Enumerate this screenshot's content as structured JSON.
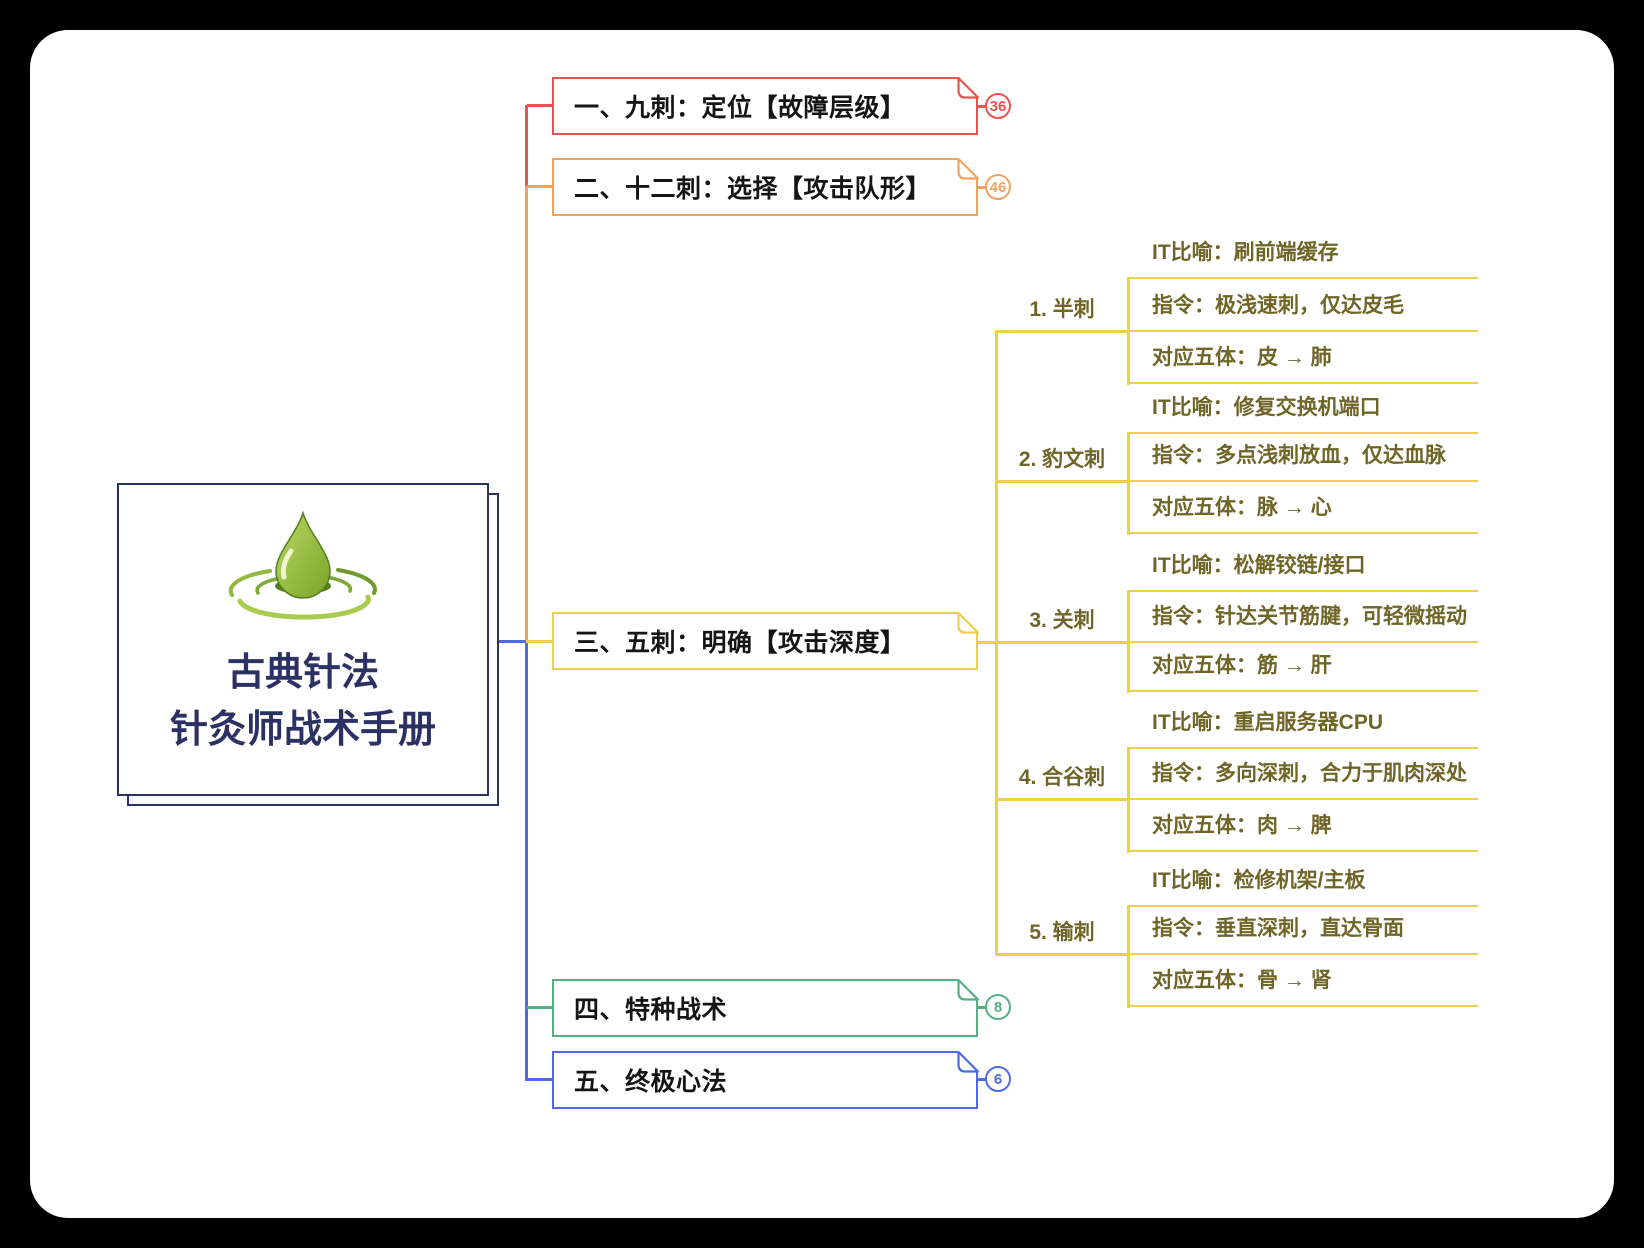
{
  "root": {
    "title": [
      "古典针法",
      "针灸师战术手册"
    ],
    "logo": "water-drop-ripple-logo",
    "border_color": "#2C3163"
  },
  "branches": [
    {
      "label": "一、九刺：定位【故障层级】",
      "badge": "36",
      "color": "#E8534E"
    },
    {
      "label": "二、十二刺：选择【攻击队形】",
      "badge": "46",
      "color": "#F2A35B"
    },
    {
      "label": "三、五刺：明确【攻击深度】",
      "color": "#EDCE4F",
      "text_color": "#6E6527",
      "children": [
        {
          "label": "1. 半刺",
          "leaves": [
            "IT比喻：刷前端缓存",
            "指令：极浅速刺，仅达皮毛",
            "对应五体：皮 → 肺"
          ]
        },
        {
          "label": "2. 豹文刺",
          "leaves": [
            "IT比喻：修复交换机端口",
            "指令：多点浅刺放血，仅达血脉",
            "对应五体：脉 → 心"
          ]
        },
        {
          "label": "3. 关刺",
          "leaves": [
            "IT比喻：松解铰链/接口",
            "指令：针达关节筋腱，可轻微摇动",
            "对应五体：筋 → 肝"
          ]
        },
        {
          "label": "4. 合谷刺",
          "leaves": [
            "IT比喻：重启服务器CPU",
            "指令：多向深刺，合力于肌肉深处",
            "对应五体：肉 → 脾"
          ]
        },
        {
          "label": "5. 输刺",
          "leaves": [
            "IT比喻：检修机架/主板",
            "指令：垂直深刺，直达骨面",
            "对应五体：骨 → 肾"
          ]
        }
      ]
    },
    {
      "label": "四、特种战术",
      "badge": "8",
      "color": "#55B182"
    },
    {
      "label": "五、终极心法",
      "badge": "6",
      "color": "#4E6AE6"
    }
  ]
}
